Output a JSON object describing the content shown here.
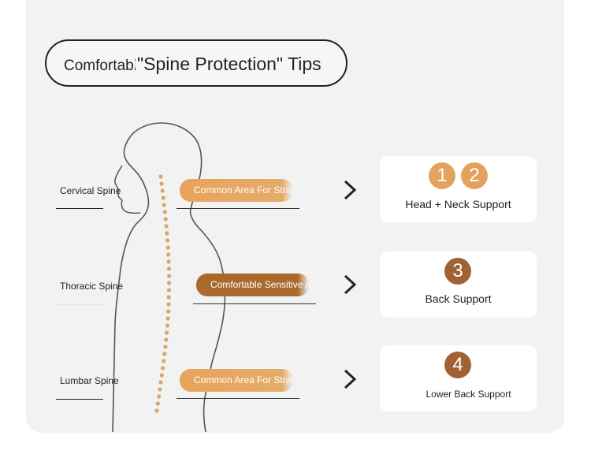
{
  "title": {
    "prefix": "Comfortable",
    "main": "\"Spine Protection\" Tips"
  },
  "spine_labels": {
    "cervical": "Cervical Spine",
    "thoracic": "Thoracic Spine",
    "lumbar": "Lumbar Spine"
  },
  "areas": {
    "cervical": "Common Area For Strain",
    "thoracic": "Comfortable Sensitive Area",
    "lumbar": "Common Area For Strain"
  },
  "cards": [
    {
      "numbers": [
        "1",
        "2"
      ],
      "label": "Head + Neck Support"
    },
    {
      "numbers": [
        "3"
      ],
      "label": "Back Support"
    },
    {
      "numbers": [
        "4"
      ],
      "label": "Lower Back Support"
    }
  ],
  "colors": {
    "panel": "#f2f2f2",
    "pill_orange": "#e8a35a",
    "pill_brown": "#ab6a2d",
    "number_light": "#e3a35f",
    "number_dark": "#a06232",
    "spine_dots": "#d9a56b"
  },
  "icons": [
    "chevron-right-icon",
    "body-silhouette",
    "spine-dots"
  ]
}
